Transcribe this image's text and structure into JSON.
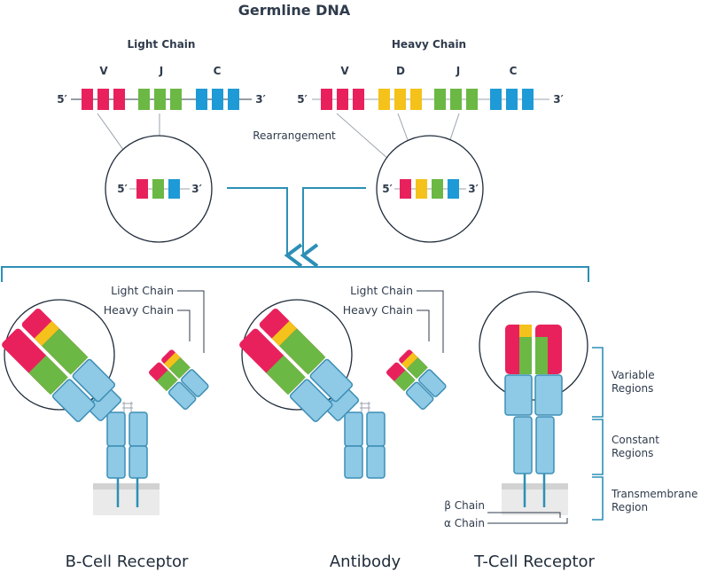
{
  "title": "Germline DNA",
  "light_chain_label": "Light Chain",
  "heavy_chain_label": "Heavy Chain",
  "segments": {
    "v": "V",
    "d": "D",
    "j": "J",
    "c": "C"
  },
  "five_prime": "5′",
  "three_prime": "3′",
  "rearrangement": "Rearrangement",
  "bcr_light": "Light Chain",
  "bcr_heavy": "Heavy Chain",
  "ab_light": "Light Chain",
  "ab_heavy": "Heavy Chain",
  "variable_regions": "Variable Regions",
  "constant_regions": "Constant Regions",
  "transmembrane_region": "Transmembrane Region",
  "beta_chain": "β Chain",
  "alpha_chain": "α Chain",
  "captions": {
    "bcr": "B-Cell Receptor",
    "antibody": "Antibody",
    "tcr": "T-Cell Receptor"
  },
  "colors": {
    "v": "#e8215d",
    "d": "#f4c21a",
    "j": "#6bb844",
    "c": "#1e9ad6",
    "constant": "#8ec9e6",
    "bracket": "#2d8fb6"
  }
}
